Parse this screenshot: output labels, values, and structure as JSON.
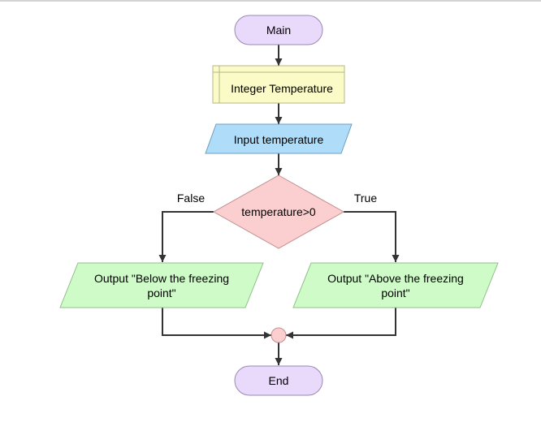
{
  "flowchart": {
    "start": {
      "label": "Main",
      "fill": "#e9d9fb",
      "stroke": "#9a88b5"
    },
    "declare": {
      "label": "Integer Temperature",
      "fill": "#fbfbc7",
      "stroke": "#b7b78a"
    },
    "input": {
      "label": "Input temperature",
      "fill": "#aedcf9",
      "stroke": "#6f9fc0"
    },
    "decision": {
      "label": "temperature>0",
      "fill": "#fbcfcf",
      "stroke": "#c28f8f"
    },
    "false_label": "False",
    "true_label": "True",
    "output_false": {
      "line1": "Output \"Below the freezing",
      "line2": "point\"",
      "fill": "#cffbc9",
      "stroke": "#8fbf88"
    },
    "output_true": {
      "line1": "Output \"Above the freezing",
      "line2": "point\"",
      "fill": "#cffbc9",
      "stroke": "#8fbf88"
    },
    "junction": {
      "fill": "#fbcfcf",
      "stroke": "#c28f8f"
    },
    "end": {
      "label": "End",
      "fill": "#e9d9fb",
      "stroke": "#9a88b5"
    },
    "connector_color": "#333333"
  }
}
